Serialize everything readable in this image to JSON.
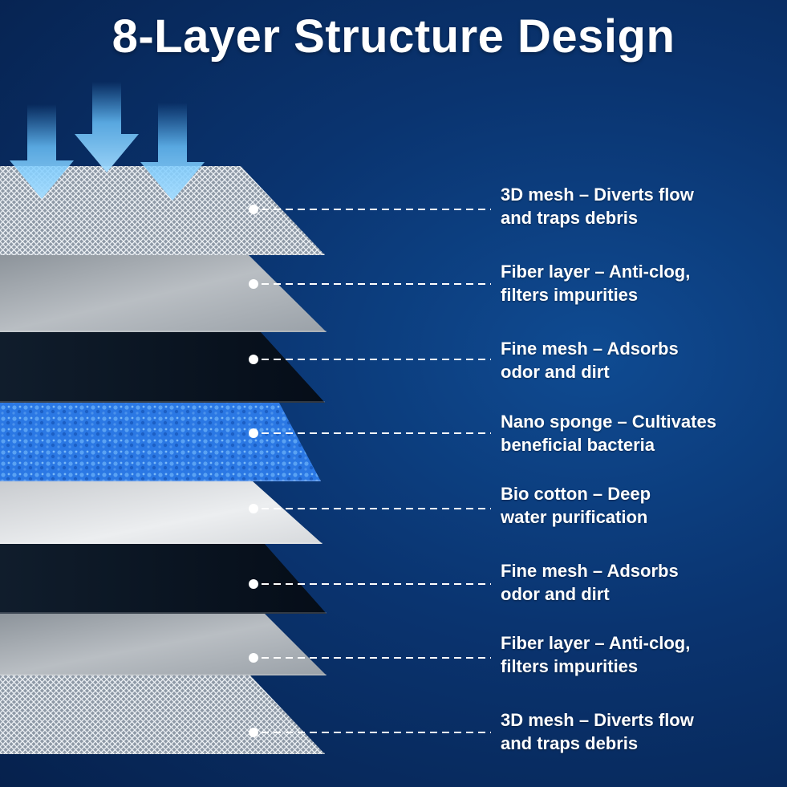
{
  "title": "8-Layer Structure Design",
  "colors": {
    "background": "#0a3470",
    "text": "#ffffff",
    "arrow": "#6cc6ff",
    "mesh": "#cfd6de",
    "fiber": "#9aa1a8",
    "fine_mesh": "#0b1a2c",
    "nano_sponge": "#2f7ee8",
    "bio_cotton": "#e6e8ea"
  },
  "arrows": {
    "count": 3,
    "icon": "down-arrow-icon"
  },
  "layers": [
    {
      "id": "mesh-top",
      "material": "mesh",
      "line1": "3D mesh – Diverts flow",
      "line2": "and traps debris"
    },
    {
      "id": "fiber-top",
      "material": "fiber",
      "line1": "Fiber layer – Anti-clog,",
      "line2": "filters impurities"
    },
    {
      "id": "fine-mesh-top",
      "material": "fine_mesh",
      "line1": "Fine mesh – Adsorbs",
      "line2": "odor and dirt"
    },
    {
      "id": "nano-sponge",
      "material": "nano_sponge",
      "line1": "Nano sponge – Cultivates",
      "line2": "beneficial bacteria"
    },
    {
      "id": "bio-cotton",
      "material": "bio_cotton",
      "line1": "Bio cotton – Deep",
      "line2": "water purification"
    },
    {
      "id": "fine-mesh-bottom",
      "material": "fine_mesh",
      "line1": "Fine mesh – Adsorbs",
      "line2": "odor and dirt"
    },
    {
      "id": "fiber-bottom",
      "material": "fiber",
      "line1": "Fiber layer – Anti-clog,",
      "line2": "filters impurities"
    },
    {
      "id": "mesh-bottom",
      "material": "mesh",
      "line1": "3D mesh – Diverts flow",
      "line2": "and traps debris"
    }
  ]
}
